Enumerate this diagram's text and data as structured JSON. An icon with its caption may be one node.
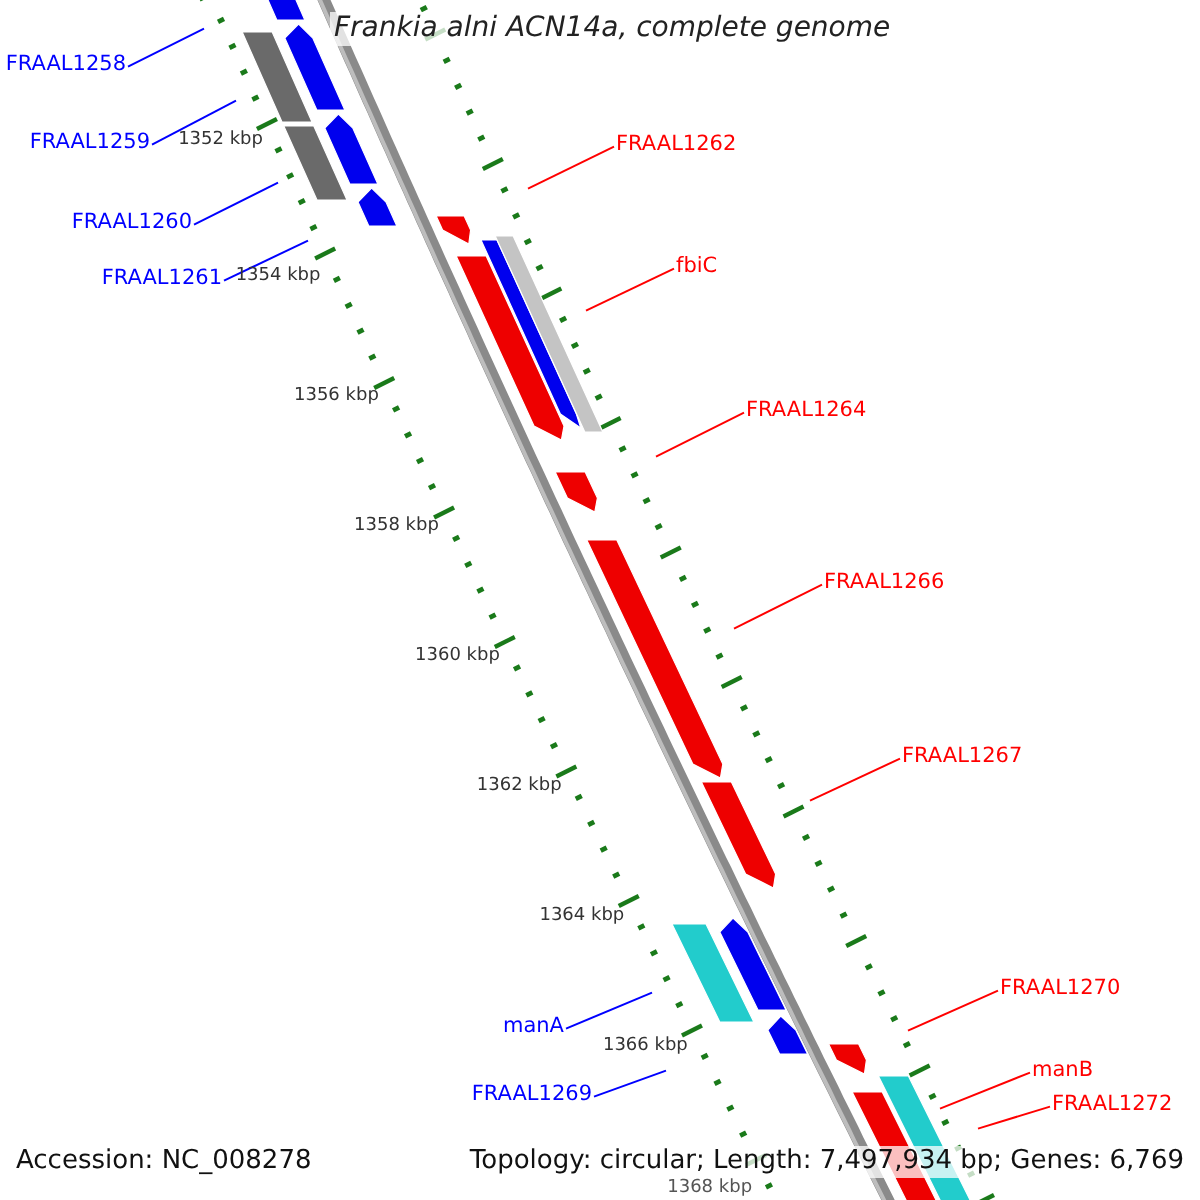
{
  "diagram": {
    "title": "Frankia alni ACN14a, complete genome",
    "nodes": [
      {
        "text": [
          "FRAAL1258"
        ]
      },
      {
        "text": [
          "FRAAL1259"
        ]
      },
      {
        "text": [
          "FRAAL1262"
        ]
      },
      {
        "text": [
          "FRAAL1260"
        ]
      },
      {
        "text": [
          "fbiC"
        ]
      },
      {
        "text": [
          "FRAAL1261"
        ]
      },
      {
        "text": [
          "FRAAL1264"
        ]
      },
      {
        "text": [
          "FRAAL1266"
        ]
      },
      {
        "text": [
          "FRAAL1267"
        ]
      },
      {
        "text": [
          "FRAAL1270"
        ]
      },
      {
        "text": [
          "manA"
        ]
      },
      {
        "text": [
          "manB"
        ]
      },
      {
        "text": [
          "FRAAL1269"
        ]
      },
      {
        "text": [
          "FRAAL1272"
        ]
      }
    ],
    "edges": [
      {
        "from": 0,
        "to": null,
        "arrow": "none",
        "color": "#0000ff"
      },
      {
        "from": 1,
        "to": null,
        "arrow": "none",
        "color": "#0000ff"
      },
      {
        "from": 2,
        "to": null,
        "arrow": "none"
      },
      {
        "from": 3,
        "to": null,
        "arrow": "none",
        "color": "#0000ff"
      },
      {
        "from": 4,
        "to": null,
        "arrow": "none"
      },
      {
        "from": 5,
        "to": null,
        "arrow": "none",
        "color": "#0000ff"
      },
      {
        "from": 6,
        "to": null,
        "arrow": "none"
      },
      {
        "from": 7,
        "to": null,
        "arrow": "none"
      },
      {
        "from": 8,
        "to": null,
        "arrow": "none"
      },
      {
        "from": 9,
        "to": null,
        "arrow": "none"
      },
      {
        "from": 10,
        "to": null,
        "arrow": "none",
        "color": "#0000ff"
      },
      {
        "from": 11,
        "to": null,
        "arrow": "none"
      },
      {
        "from": 12,
        "to": null,
        "arrow": "none",
        "color": "#0000ff"
      },
      {
        "from": 13,
        "to": null,
        "arrow": "none"
      }
    ],
    "labels": [
      "1352 kbp",
      "1354 kbp",
      "1356 kbp",
      "1358 kbp",
      "1360 kbp",
      "1362 kbp",
      "1364 kbp",
      "1366 kbp",
      "1368 kbp",
      "Accession: NC_008278",
      "Topology: circular; Length: 7,497,934 bp; Genes: 6,769"
    ]
  }
}
